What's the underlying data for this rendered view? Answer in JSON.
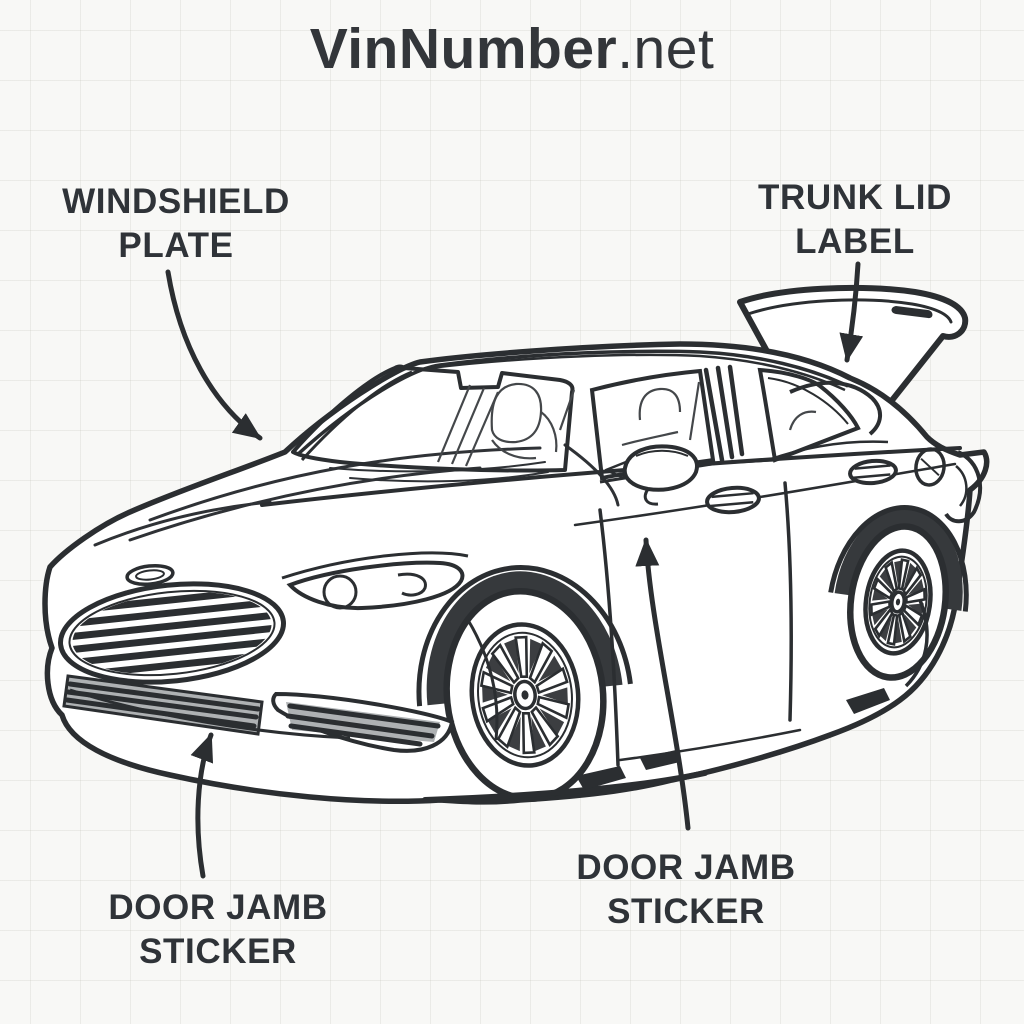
{
  "brand": {
    "name_bold": "VinNumber",
    "name_suffix": ".net"
  },
  "labels": {
    "windshield_plate": {
      "line1": "WINDSHIELD",
      "line2": "PLATE"
    },
    "trunk_lid": {
      "line1": "TRUNK LID",
      "line2": "LABEL"
    },
    "door_jamb_front": {
      "line1": "DOOR JAMB",
      "line2": "STICKER"
    },
    "door_jamb_lower": {
      "line1": "DOOR JAMB",
      "line2": "STICKER"
    }
  },
  "colors": {
    "ink": "#2b2e31",
    "shade": "#36393c",
    "slat_gray": "#aeb1b3",
    "text": "#2f3338",
    "background": "#f8f8f6"
  }
}
